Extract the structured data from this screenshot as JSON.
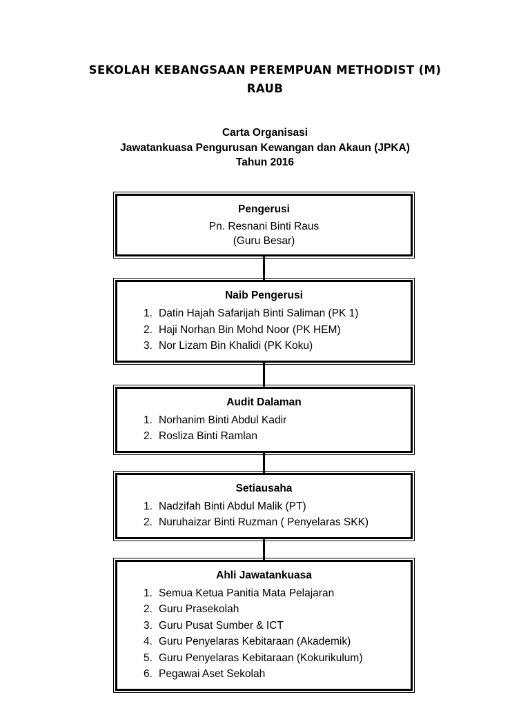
{
  "header": {
    "title_line1": "SEKOLAH KEBANGSAAN PEREMPUAN METHODIST (M)",
    "title_line2": "RAUB",
    "subtitle_line1": "Carta Organisasi",
    "subtitle_line2": "Jawatankuasa Pengurusan Kewangan dan Akaun (JPKA)",
    "subtitle_line3": "Tahun 2016"
  },
  "chart_nodes": [
    {
      "title": "Pengerusi",
      "lines": [
        "Pn. Resnani Binti Raus",
        "(Guru Besar)"
      ],
      "items": []
    },
    {
      "title": "Naib Pengerusi",
      "lines": [],
      "items": [
        {
          "num": "1.",
          "text": "Datin Hajah Safarijah Binti Saliman (PK 1)"
        },
        {
          "num": "2.",
          "text": "Haji Norhan Bin Mohd Noor (PK HEM)"
        },
        {
          "num": "3.",
          "text": "Nor Lizam Bin Khalidi (PK Koku)"
        }
      ]
    },
    {
      "title": "Audit Dalaman",
      "lines": [],
      "items": [
        {
          "num": "1.",
          "text": "Norhanim Binti Abdul Kadir"
        },
        {
          "num": "2.",
          "text": "Rosliza Binti Ramlan"
        }
      ]
    },
    {
      "title": "Setiausaha",
      "lines": [],
      "items": [
        {
          "num": "1.",
          "text": "Nadzifah Binti Abdul Malik (PT)"
        },
        {
          "num": "2.",
          "text": "Nuruhaizar Binti Ruzman ( Penyelaras SKK)"
        }
      ]
    },
    {
      "title": "Ahli Jawatankuasa",
      "lines": [],
      "items": [
        {
          "num": "1.",
          "text": "Semua Ketua Panitia Mata Pelajaran"
        },
        {
          "num": "2.",
          "text": "Guru Prasekolah"
        },
        {
          "num": "3.",
          "text": "Guru Pusat Sumber & ICT"
        },
        {
          "num": "4.",
          "text": "Guru Penyelaras Kebitaraan (Akademik)"
        },
        {
          "num": "5.",
          "text": "Guru Penyelaras Kebitaraan (Kokurikulum)"
        },
        {
          "num": "6.",
          "text": "Pegawai Aset Sekolah"
        }
      ]
    }
  ]
}
